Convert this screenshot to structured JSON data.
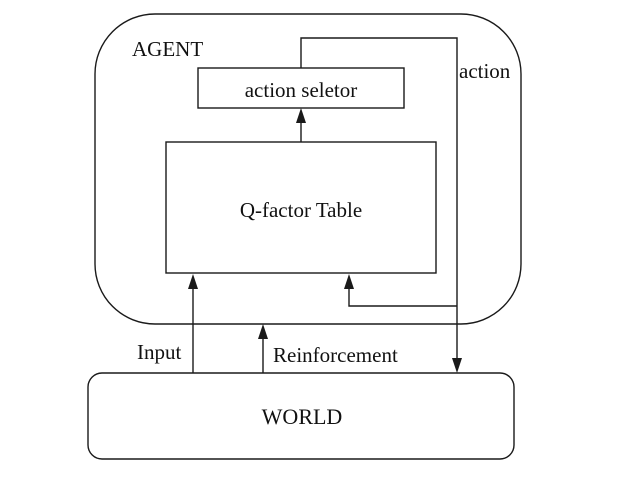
{
  "agent": {
    "label": "AGENT",
    "action_selector_label": "action seletor",
    "q_table_label": "Q-factor Table"
  },
  "world": {
    "label": "WORLD"
  },
  "edges": {
    "action_label": "action",
    "input_label": "Input",
    "reinforcement_label": "Reinforcement"
  },
  "colors": {
    "stroke": "#1a1a1a",
    "background": "#ffffff"
  }
}
